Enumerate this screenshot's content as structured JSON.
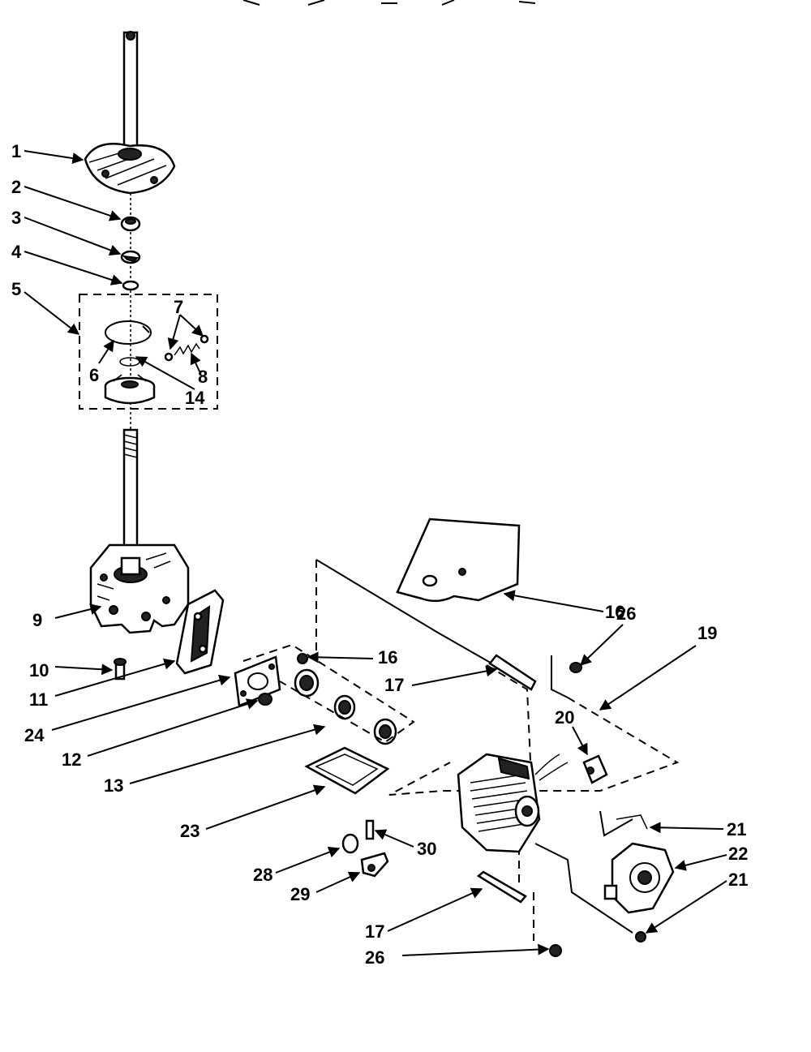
{
  "labels": {
    "l1": "1",
    "l2": "2",
    "l3": "3",
    "l4": "4",
    "l5": "5",
    "l6": "6",
    "l7": "7",
    "l8": "8",
    "l9": "9",
    "l10": "10",
    "l11": "11",
    "l12": "12",
    "l13": "13",
    "l14": "14",
    "l16a": "16",
    "l16b": "16",
    "l17a": "17",
    "l17b": "17",
    "l19": "19",
    "l20": "20",
    "l21a": "21",
    "l21b": "21",
    "l22": "22",
    "l23": "23",
    "l24": "24",
    "l26a": "26",
    "l26b": "26",
    "l28": "28",
    "l29": "29",
    "l30": "30"
  }
}
